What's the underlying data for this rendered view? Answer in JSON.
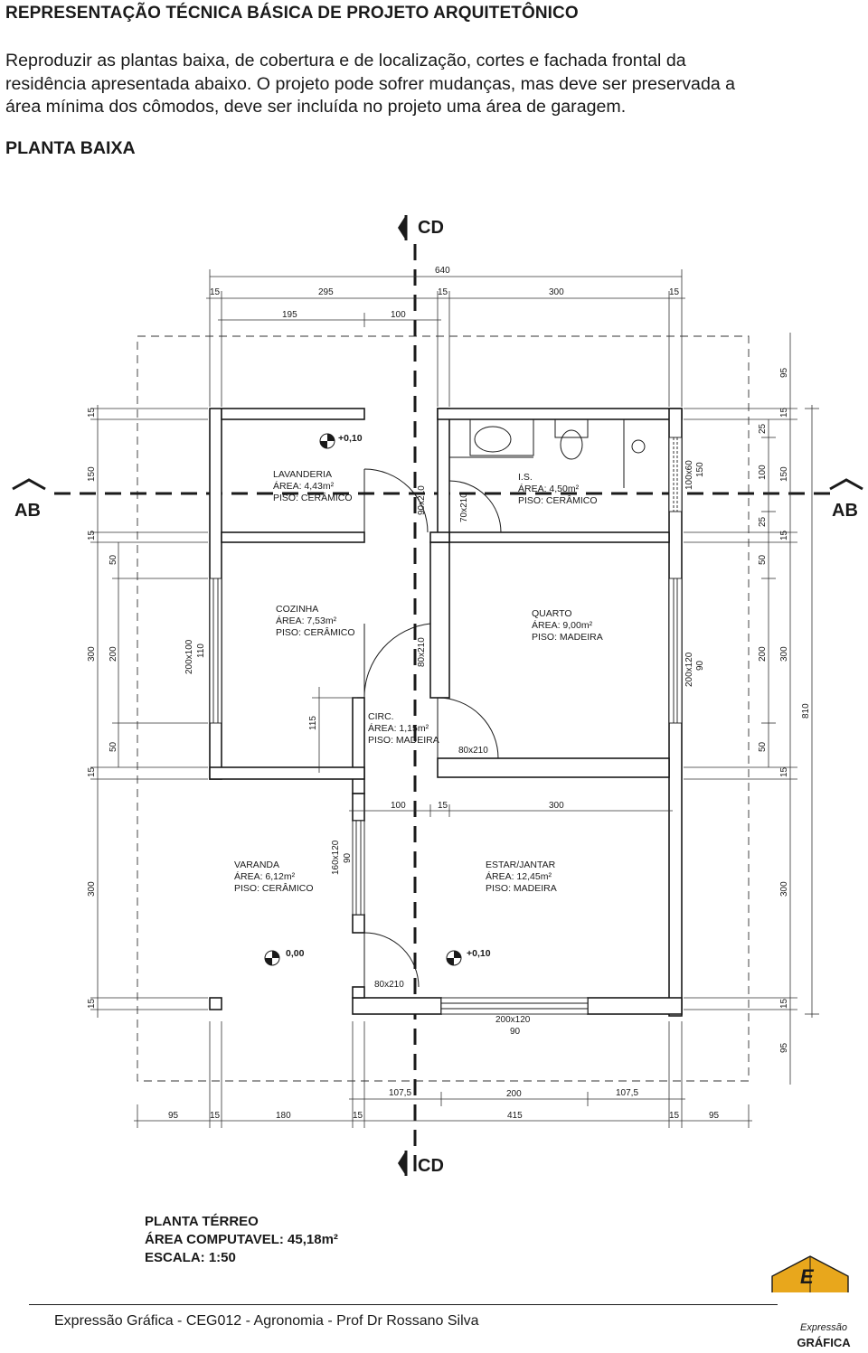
{
  "header": {
    "title": "REPRESENTAÇÃO TÉCNICA BÁSICA DE PROJETO ARQUITETÔNICO",
    "intro_line1": "Reproduzir as plantas baixa, de cobertura e de localização, cortes e fachada frontal da",
    "intro_line2": "residência apresentada abaixo. O projeto pode sofrer mudanças, mas deve ser preservada a",
    "intro_line3": "área mínima dos cômodos, deve ser incluída no projeto uma área de garagem.",
    "section": "PLANTA BAIXA"
  },
  "plan": {
    "cut_cd": "CD",
    "cut_ab": "AB",
    "dims_top": {
      "overall": "640",
      "wall_a": "15",
      "span_a": "295",
      "wall_b": "15",
      "span_b": "300",
      "wall_c": "15",
      "sub_a": "195",
      "sub_b": "100"
    },
    "dims_bottom": {
      "a": "107,5",
      "b": "200",
      "c": "107,5",
      "d1": "95",
      "d2": "15",
      "d3": "180",
      "d4": "15",
      "d5": "415",
      "d6": "15",
      "d7": "95"
    },
    "dims_left": {
      "w1": "15",
      "r1": "150",
      "w2": "15",
      "r2": "300",
      "w3": "15",
      "r3": "300",
      "w4": "15",
      "s1": "50",
      "s2": "200",
      "s3": "50",
      "win_k": "200x100",
      "win_k_sill": "110",
      "pass": "115"
    },
    "dims_right": {
      "top": "95",
      "w1": "15",
      "a1": "25",
      "a2": "100",
      "a3": "25",
      "b1": "150",
      "w2": "15",
      "c1": "50",
      "c2": "200",
      "c3": "50",
      "c4": "300",
      "overall": "810",
      "w3": "15",
      "d1": "300",
      "w4": "15",
      "bottom": "95",
      "win_is": "100x60",
      "win_is_h": "150",
      "win_q": "200x120",
      "win_q_sill": "90"
    },
    "mid_dims": {
      "a": "100",
      "b": "15",
      "c": "300"
    },
    "levels": {
      "lav": "+0,10",
      "var": "0,00",
      "sala": "+0,10"
    },
    "rooms": [
      {
        "name": "LAVANDERIA",
        "area": "ÁREA: 4,43m²",
        "floor": "PISO: CERÂMICO"
      },
      {
        "name": "I.S.",
        "area": "ÁREA: 4,50m²",
        "floor": "PISO: CERÂMICO"
      },
      {
        "name": "COZINHA",
        "area": "ÁREA: 7,53m²",
        "floor": "PISO: CERÂMICO"
      },
      {
        "name": "QUARTO",
        "area": "ÁREA: 9,00m²",
        "floor": "PISO: MADEIRA"
      },
      {
        "name": "CIRC.",
        "area": "ÁREA: 1,15m²",
        "floor": "PISO: MADEIRA"
      },
      {
        "name": "VARANDA",
        "area": "ÁREA: 6,12m²",
        "floor": "PISO: CERÂMICO"
      },
      {
        "name": "ESTAR/JANTAR",
        "area": "ÁREA: 12,45m²",
        "floor": "PISO: MADEIRA"
      }
    ],
    "doors": {
      "lav": "90x210",
      "is": "70x210",
      "coz": "80x210",
      "quarto": "80x210",
      "entrada": "80x210"
    },
    "windows": {
      "varanda": "160x120",
      "varanda_sill": "90",
      "estar": "200x120",
      "estar_sill": "90"
    }
  },
  "summary": {
    "line1": "PLANTA TÉRREO",
    "line2": "ÁREA COMPUTAVEL: 45,18m²",
    "line3": "ESCALA: 1:50"
  },
  "footer": {
    "text": "Expressão Gráfica - CEG012 - Agronomia - Prof Dr Rossano Silva",
    "logo_letters": "E G",
    "logo_line1": "Expressão",
    "logo_line2": "GRÁFICA"
  }
}
